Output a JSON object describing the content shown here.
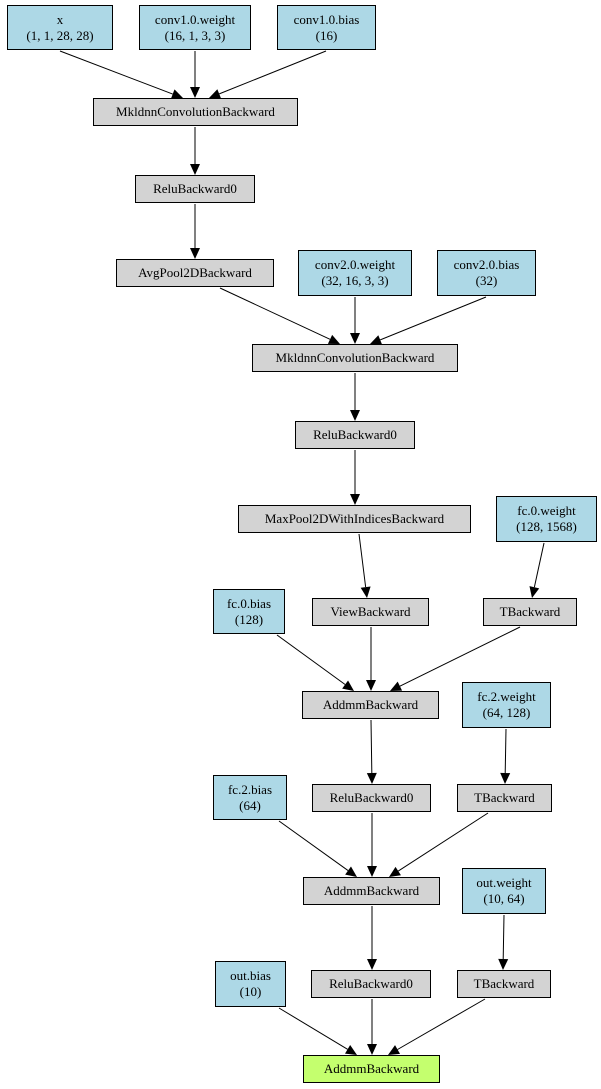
{
  "colors": {
    "param": "#add8e6",
    "op": "#d3d3d3",
    "output": "#c4ff6e",
    "edge": "#000000"
  },
  "nodes": {
    "x": {
      "l1": "x",
      "l2": "(1, 1, 28, 28)"
    },
    "conv1_w": {
      "l1": "conv1.0.weight",
      "l2": "(16, 1, 3, 3)"
    },
    "conv1_b": {
      "l1": "conv1.0.bias",
      "l2": "(16)"
    },
    "conv1": {
      "l1": "MkldnnConvolutionBackward"
    },
    "relu1": {
      "l1": "ReluBackward0"
    },
    "avgpool": {
      "l1": "AvgPool2DBackward"
    },
    "conv2_w": {
      "l1": "conv2.0.weight",
      "l2": "(32, 16, 3, 3)"
    },
    "conv2_b": {
      "l1": "conv2.0.bias",
      "l2": "(32)"
    },
    "conv2": {
      "l1": "MkldnnConvolutionBackward"
    },
    "relu2": {
      "l1": "ReluBackward0"
    },
    "maxpool": {
      "l1": "MaxPool2DWithIndicesBackward"
    },
    "fc0_w": {
      "l1": "fc.0.weight",
      "l2": "(128, 1568)"
    },
    "fc0_b": {
      "l1": "fc.0.bias",
      "l2": "(128)"
    },
    "view": {
      "l1": "ViewBackward"
    },
    "t1": {
      "l1": "TBackward"
    },
    "addmm1": {
      "l1": "AddmmBackward"
    },
    "fc2_w": {
      "l1": "fc.2.weight",
      "l2": "(64, 128)"
    },
    "fc2_b": {
      "l1": "fc.2.bias",
      "l2": "(64)"
    },
    "relu3": {
      "l1": "ReluBackward0"
    },
    "t2": {
      "l1": "TBackward"
    },
    "addmm2": {
      "l1": "AddmmBackward"
    },
    "out_w": {
      "l1": "out.weight",
      "l2": "(10, 64)"
    },
    "out_b": {
      "l1": "out.bias",
      "l2": "(10)"
    },
    "relu4": {
      "l1": "ReluBackward0"
    },
    "t3": {
      "l1": "TBackward"
    },
    "addmm3": {
      "l1": "AddmmBackward"
    }
  },
  "edges": [
    [
      "x",
      "conv1"
    ],
    [
      "conv1_w",
      "conv1"
    ],
    [
      "conv1_b",
      "conv1"
    ],
    [
      "conv1",
      "relu1"
    ],
    [
      "relu1",
      "avgpool"
    ],
    [
      "avgpool",
      "conv2"
    ],
    [
      "conv2_w",
      "conv2"
    ],
    [
      "conv2_b",
      "conv2"
    ],
    [
      "conv2",
      "relu2"
    ],
    [
      "relu2",
      "maxpool"
    ],
    [
      "maxpool",
      "view"
    ],
    [
      "fc0_w",
      "t1"
    ],
    [
      "fc0_b",
      "addmm1"
    ],
    [
      "view",
      "addmm1"
    ],
    [
      "t1",
      "addmm1"
    ],
    [
      "addmm1",
      "relu3"
    ],
    [
      "fc2_w",
      "t2"
    ],
    [
      "fc2_b",
      "addmm2"
    ],
    [
      "relu3",
      "addmm2"
    ],
    [
      "t2",
      "addmm2"
    ],
    [
      "addmm2",
      "relu4"
    ],
    [
      "out_w",
      "t3"
    ],
    [
      "out_b",
      "addmm3"
    ],
    [
      "relu4",
      "addmm3"
    ],
    [
      "t3",
      "addmm3"
    ]
  ]
}
